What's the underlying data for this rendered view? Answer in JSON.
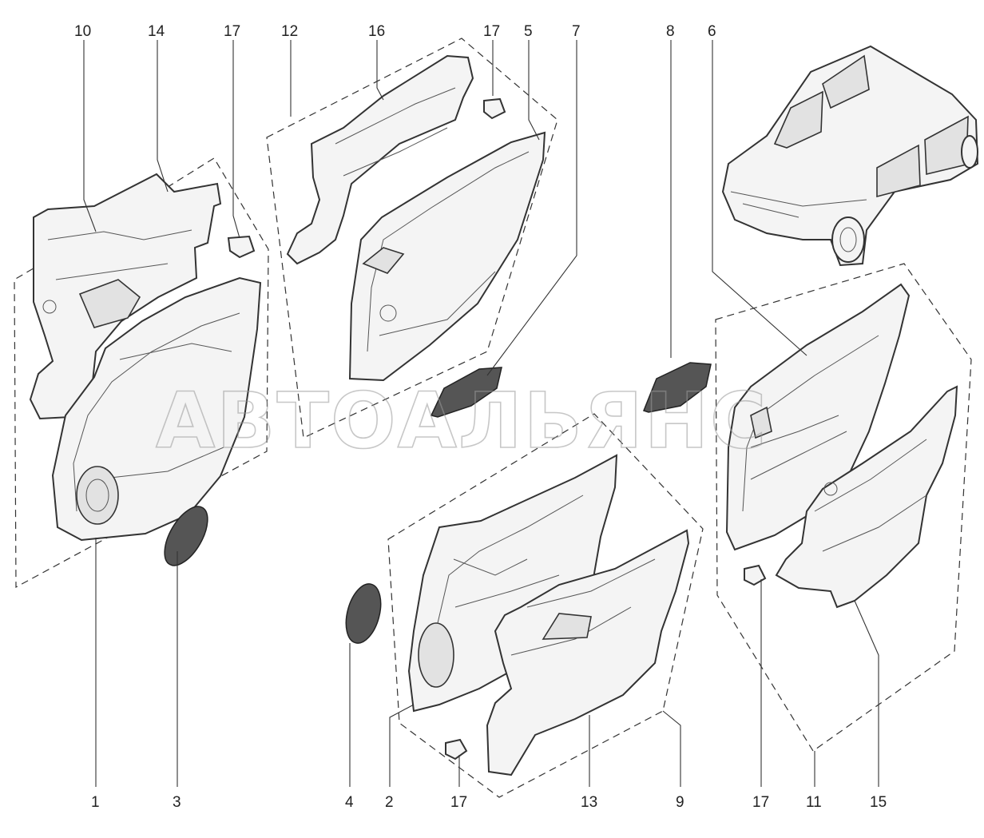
{
  "watermark": "АВТОАЛЬЯНС",
  "callouts": {
    "c1": "1",
    "c2": "2",
    "c3": "3",
    "c4": "4",
    "c5": "5",
    "c6": "6",
    "c7": "7",
    "c8": "8",
    "c9": "9",
    "c10": "10",
    "c11": "11",
    "c12": "12",
    "c13": "13",
    "c14": "14",
    "c15": "15",
    "c16": "16",
    "c17a": "17",
    "c17b": "17",
    "c17c": "17",
    "c17d": "17"
  }
}
